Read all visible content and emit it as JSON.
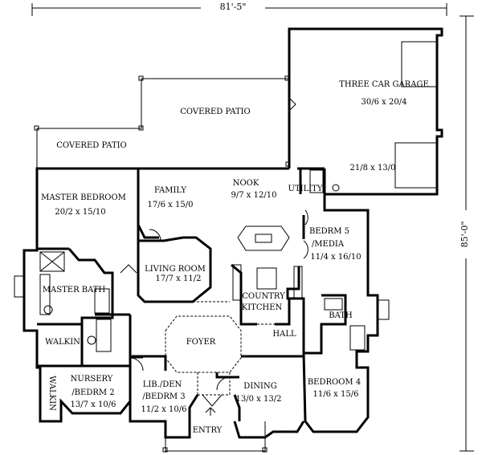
{
  "dimensions": {
    "width": "81'-5\"",
    "depth": "85'-0\""
  },
  "rooms": {
    "garage": {
      "name": "THREE CAR GARAGE",
      "size": "30/6 x 20/4",
      "size2": "21/8 x 13/0"
    },
    "covered_patio_1": {
      "name": "COVERED PATIO"
    },
    "covered_patio_2": {
      "name": "COVERED PATIO"
    },
    "master_bedroom": {
      "name": "MASTER BEDROOM",
      "size": "20/2 x 15/10"
    },
    "family": {
      "name": "FAMILY",
      "size": "17/6 x 15/0"
    },
    "nook": {
      "name": "NOOK",
      "size": "9/7 x 12/10"
    },
    "utility": {
      "name": "UTILITY"
    },
    "bedroom5": {
      "name": "BEDRM 5",
      "name2": "/MEDIA",
      "size": "11/4 x 16/10"
    },
    "living_room": {
      "name": "LIVING ROOM",
      "size": "17/7 x 11/2"
    },
    "master_bath": {
      "name": "MASTER BATH"
    },
    "country_kitchen": {
      "name": "COUNTRY",
      "name2": "KITCHEN"
    },
    "bath": {
      "name": "BATH"
    },
    "walkin_master": {
      "name": "WALKIN"
    },
    "foyer": {
      "name": "FOYER"
    },
    "hall": {
      "name": "HALL"
    },
    "nursery": {
      "name": "NURSERY",
      "name2": "/BEDRM 2",
      "size": "13/7 x 10/6"
    },
    "walkin_nursery": {
      "name": "WALKIN"
    },
    "library": {
      "name": "LIB./DEN",
      "name2": "/BEDRM 3",
      "size": "11/2 x 10/6"
    },
    "dining": {
      "name": "DINING",
      "size": "13/0 x 13/2"
    },
    "bedroom4": {
      "name": "BEDROOM 4",
      "size": "11/6 x 15/6"
    },
    "entry": {
      "name": "ENTRY"
    }
  }
}
